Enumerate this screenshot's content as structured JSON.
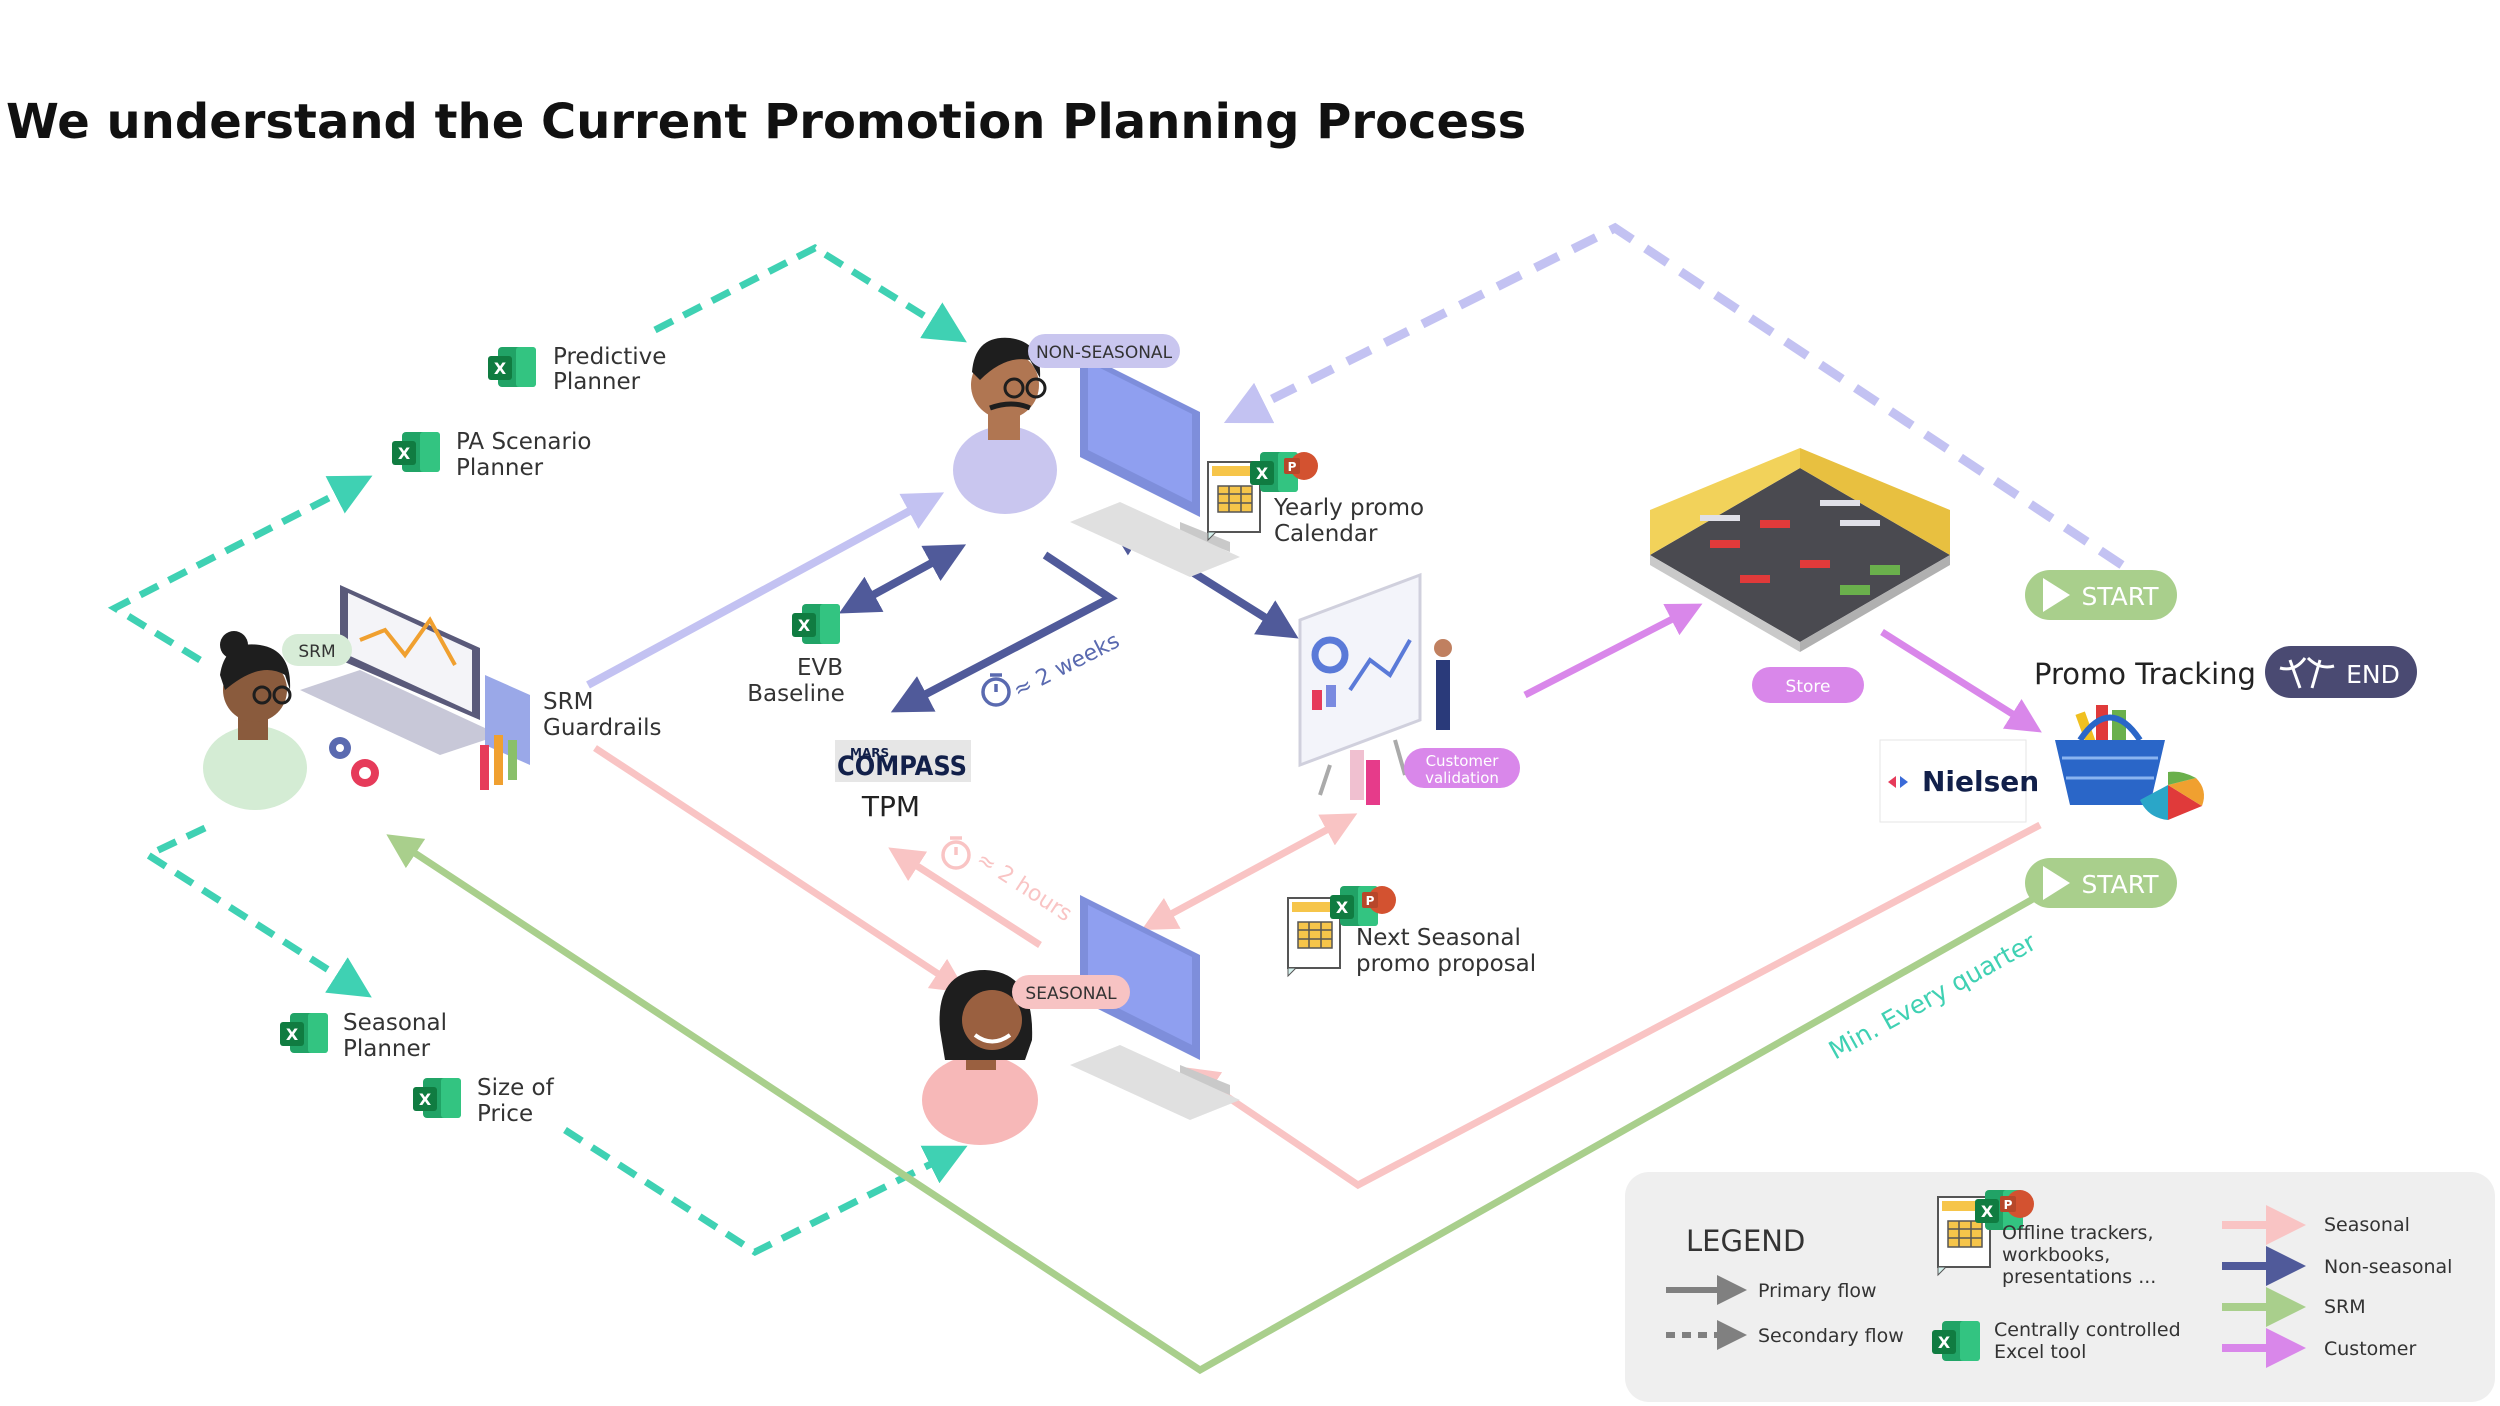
{
  "title": "We understand the Current Promotion Planning Process",
  "colors": {
    "seasonal": "#f9c4c4",
    "non_seasonal": "#505a9a",
    "non_seasonal_light": "#c3c2f2",
    "srm": "#a9cf8c",
    "customer": "#d987ea",
    "secondary_teal": "#3fd1b3",
    "excel_green": "#1e7145",
    "start_green": "#a9cf8c",
    "end_navy": "#4a4a72",
    "badge_srm": "#d7ecd7",
    "badge_nonseasonal": "#c9c6ef",
    "badge_seasonal": "#f7c3c3",
    "badge_customer": "#d987ea"
  },
  "badges": {
    "srm": "SRM",
    "non_seasonal": "NON-SEASONAL",
    "seasonal": "SEASONAL",
    "customer_line1": "Customer",
    "customer_line2": "validation",
    "store": "Store"
  },
  "labels": {
    "predictive_1": "Predictive",
    "predictive_2": "Planner",
    "pa_scenario_1": "PA Scenario",
    "pa_scenario_2": "Planner",
    "srm_guardrails_1": "SRM",
    "srm_guardrails_2": "Guardrails",
    "evb_1": "EVB",
    "evb_2": "Baseline",
    "compass_brand": "MARS",
    "compass_word": "COMPASS",
    "tpm": "TPM",
    "two_weeks": "≈ 2 weeks",
    "two_hours": "≈ 2 hours",
    "yearly_1": "Yearly promo",
    "yearly_2": "Calendar",
    "next_seasonal_1": "Next Seasonal",
    "next_seasonal_2": "promo proposal",
    "seasonal_planner_1": "Seasonal",
    "seasonal_planner_2": "Planner",
    "size_price_1": "Size of",
    "size_price_2": "Price",
    "promo_tracking": "Promo Tracking",
    "nielsen": "Nielsen",
    "min_every_quarter": "Min. Every quarter",
    "start_top": "START",
    "start_bottom": "START",
    "end": "END"
  },
  "legend": {
    "title": "LEGEND",
    "primary": "Primary flow",
    "secondary": "Secondary flow",
    "offline_1": "Offline trackers,",
    "offline_2": "workbooks,",
    "offline_3": "presentations ...",
    "central_1": "Centrally controlled",
    "central_2": "Excel tool",
    "seasonal": "Seasonal",
    "non_seasonal": "Non-seasonal",
    "srm": "SRM",
    "customer": "Customer"
  },
  "icons": [
    "excel-icon",
    "powerpoint-icon",
    "spreadsheet-icon",
    "stopwatch-icon",
    "play-icon",
    "checkered-flag-icon",
    "computer-icon",
    "laptop-icon",
    "presentation-board-icon",
    "store-icon",
    "basket-icon",
    "nielsen-logo"
  ]
}
